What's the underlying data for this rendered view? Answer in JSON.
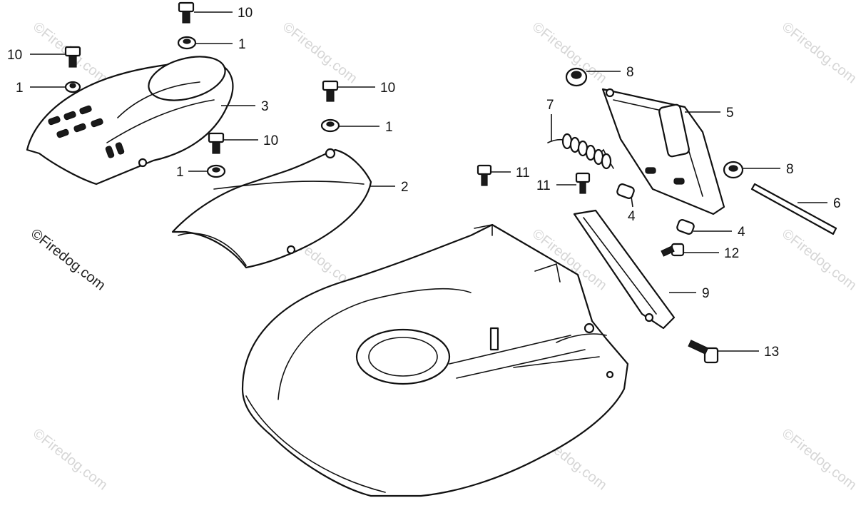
{
  "watermark": {
    "text": "©Firedog.com",
    "color": "#d6d6d6"
  },
  "copyright": {
    "text": "©Firedog.com"
  },
  "callouts": [
    {
      "label": "10"
    },
    {
      "label": "1"
    },
    {
      "label": "10"
    },
    {
      "label": "1"
    },
    {
      "label": "3"
    },
    {
      "label": "10"
    },
    {
      "label": "1"
    },
    {
      "label": "10"
    },
    {
      "label": "1"
    },
    {
      "label": "2"
    },
    {
      "label": "8"
    },
    {
      "label": "7"
    },
    {
      "label": "5"
    },
    {
      "label": "8"
    },
    {
      "label": "11"
    },
    {
      "label": "11"
    },
    {
      "label": "4"
    },
    {
      "label": "6"
    },
    {
      "label": "4"
    },
    {
      "label": "12"
    },
    {
      "label": "9"
    },
    {
      "label": "13"
    }
  ]
}
